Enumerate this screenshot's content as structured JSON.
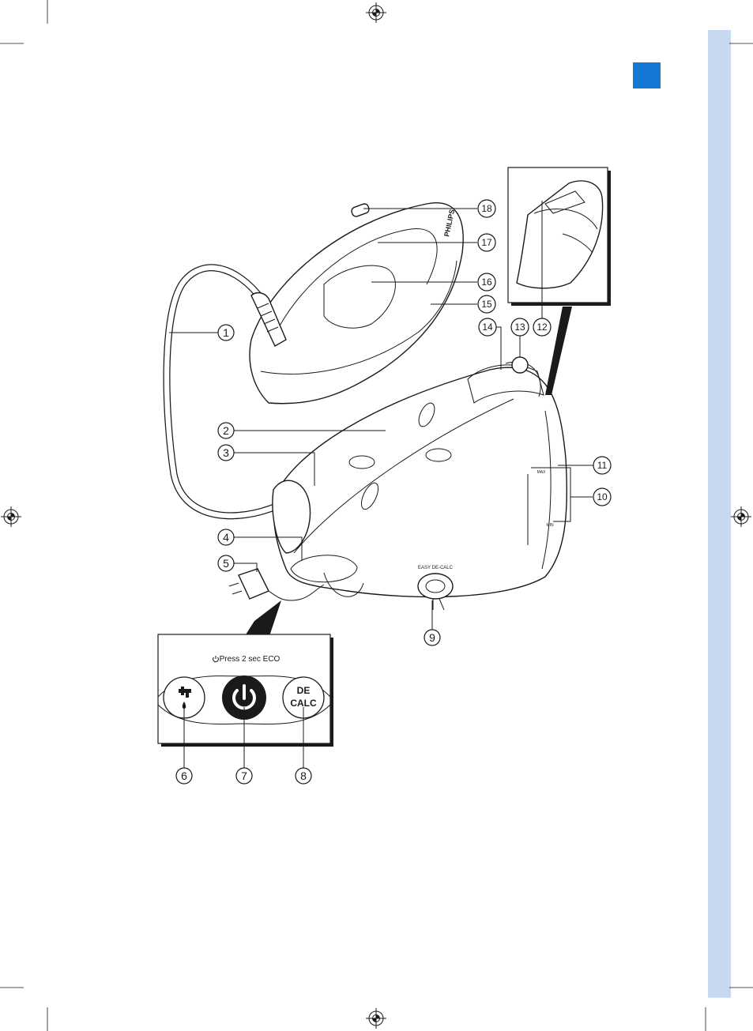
{
  "colors": {
    "side_tab": "#c9d8f1",
    "section_marker": "#1479d4",
    "ink": "#1a1a1a"
  },
  "product": {
    "brand": "PHILIPS",
    "base_dial_label": "EASY DE-CALC",
    "base_label_top": "MAX",
    "base_label_bottom": "MIN"
  },
  "control_panel": {
    "caption": "Press 2 sec ECO",
    "caption_icon": "power-icon",
    "left_button_icon": "water-tap-icon",
    "center_button_icon": "power-icon",
    "right_button_line1": "DE",
    "right_button_line2": "CALC"
  },
  "callouts": [
    "1",
    "2",
    "3",
    "4",
    "5",
    "6",
    "7",
    "8",
    "9",
    "10",
    "11",
    "12",
    "13",
    "14",
    "15",
    "16",
    "17",
    "18"
  ],
  "registration_mark_icon": "crosshair-target-icon"
}
